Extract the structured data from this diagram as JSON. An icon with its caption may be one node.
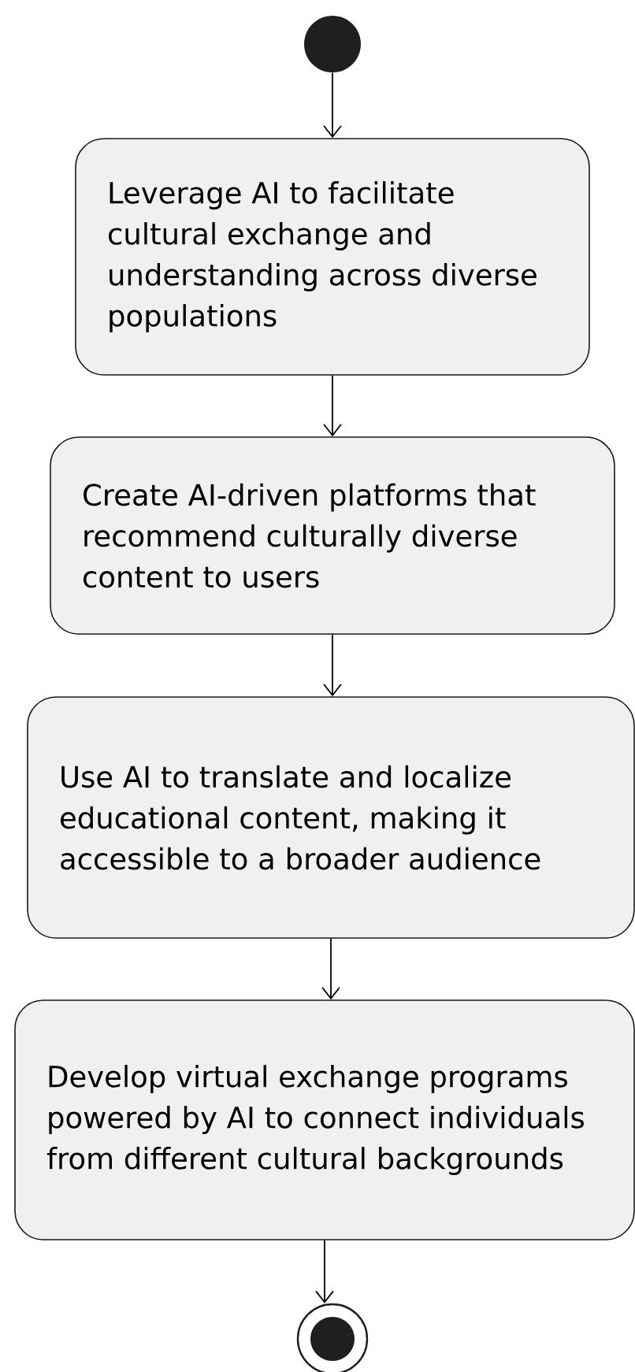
{
  "diagram": {
    "nodes": [
      {
        "text": [],
        "shape": "circle"
      },
      {
        "text": [
          "Leverage AI to facilitate cultural exchange and understanding across diverse populations"
        ]
      },
      {
        "text": [
          "Create AI-driven platforms that recommend culturally diverse content to users"
        ]
      },
      {
        "text": [
          "Use AI to translate and localize educational content, making it accessible to a broader audience"
        ]
      },
      {
        "text": [
          "Develop virtual exchange programs powered by AI to connect individuals from different cultural backgrounds"
        ]
      },
      {
        "text": [],
        "shape": "bullseye"
      }
    ],
    "edges": [
      {
        "from": 0,
        "to": 1,
        "arrow": "to"
      },
      {
        "from": 1,
        "to": 2,
        "arrow": "to"
      },
      {
        "from": 2,
        "to": 3,
        "arrow": "to"
      },
      {
        "from": 3,
        "to": 4,
        "arrow": "to"
      },
      {
        "from": 4,
        "to": 5,
        "arrow": "to"
      }
    ]
  }
}
